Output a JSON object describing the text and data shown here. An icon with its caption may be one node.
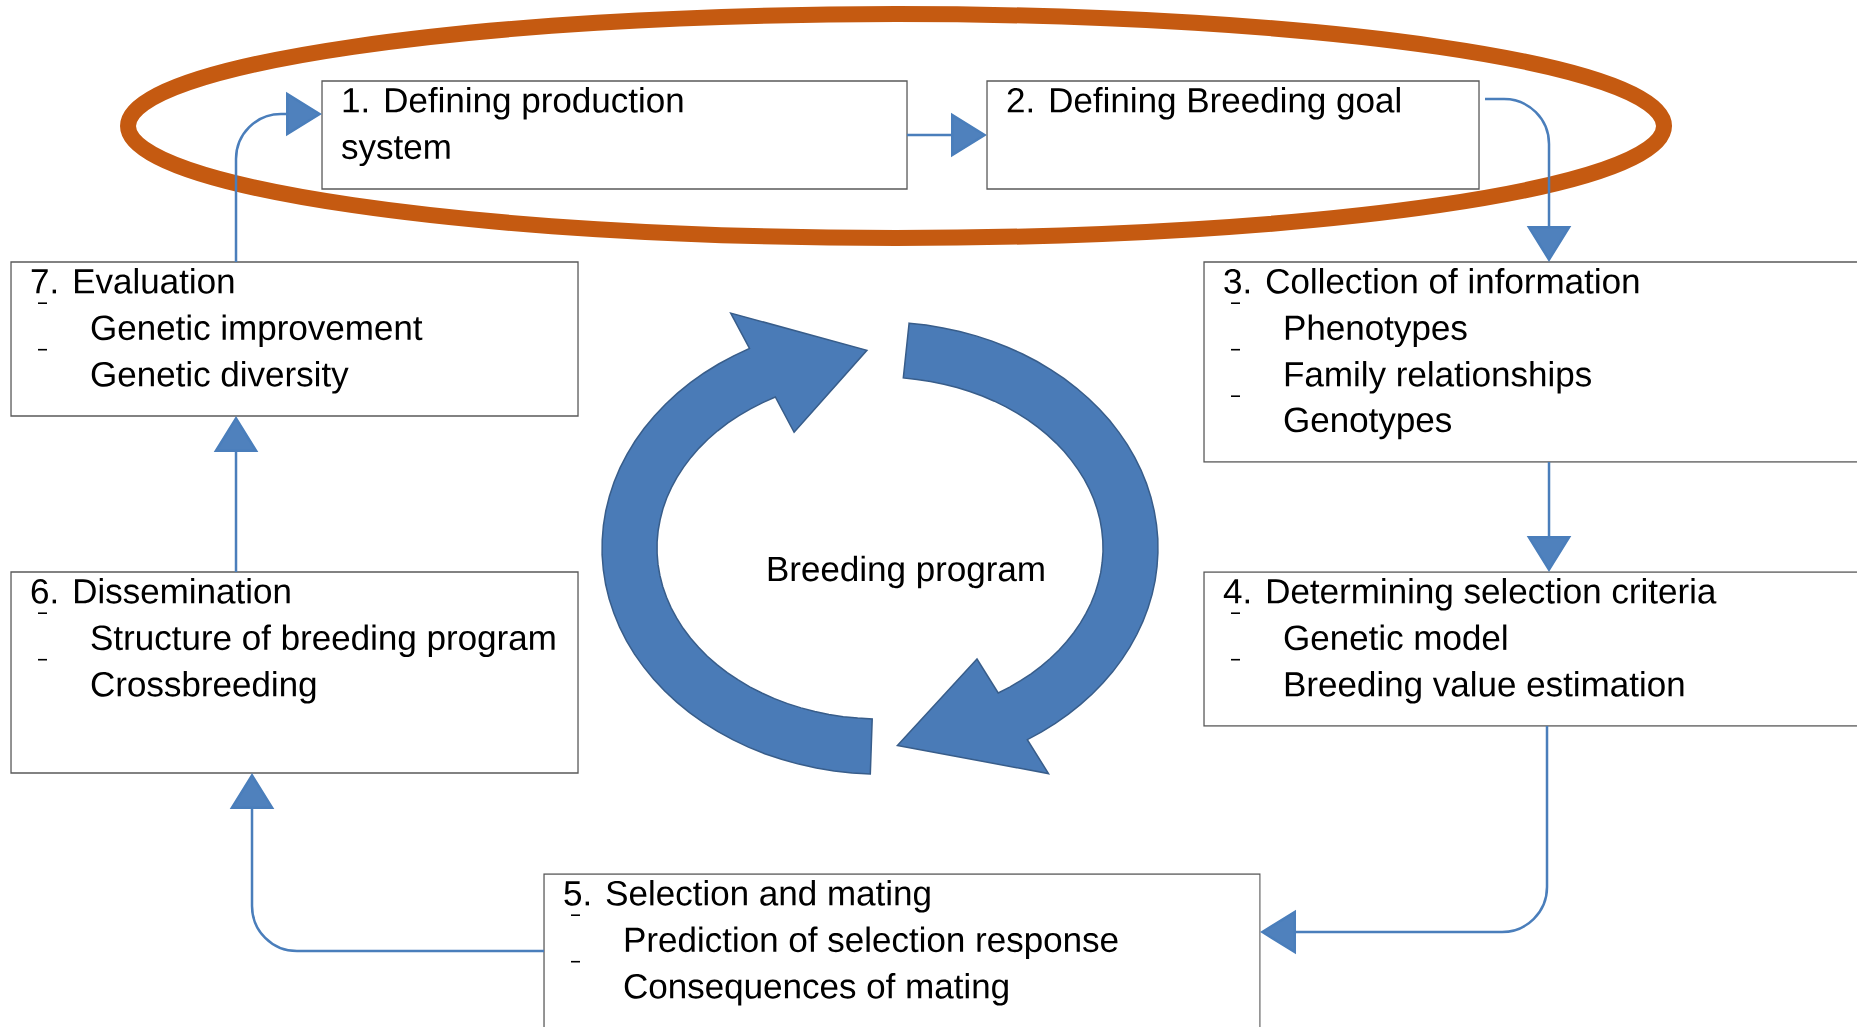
{
  "diagram": {
    "nodes": [
      {
        "text": [
          "1. Defining production system"
        ]
      },
      {
        "text": [
          "2. Defining Breeding goal"
        ]
      },
      {
        "text": [
          "3. Collection of information",
          "Phenotypes",
          "Family relationships",
          "Genotypes"
        ]
      },
      {
        "text": [
          "4. Determining selection criteria",
          "Genetic model",
          "Breeding value estimation"
        ]
      },
      {
        "text": [
          "5. Selection and mating",
          "Prediction of selection response",
          "Consequences of mating"
        ]
      },
      {
        "text": [
          "6. Dissemination",
          "Structure of breeding program",
          "Crossbreeding"
        ]
      },
      {
        "text": [
          "7. Evaluation",
          "Genetic improvement",
          "Genetic diversity"
        ]
      }
    ],
    "edges": [
      {
        "from": 0,
        "to": 1,
        "arrow": "to"
      },
      {
        "from": 1,
        "to": 2,
        "arrow": "to"
      },
      {
        "from": 2,
        "to": 3,
        "arrow": "to"
      },
      {
        "from": 3,
        "to": 4,
        "arrow": "to"
      },
      {
        "from": 4,
        "to": 5,
        "arrow": "to"
      },
      {
        "from": 5,
        "to": 6,
        "arrow": "to"
      },
      {
        "from": 6,
        "to": 0,
        "arrow": "to"
      }
    ],
    "labels": [
      "Breeding program"
    ]
  }
}
